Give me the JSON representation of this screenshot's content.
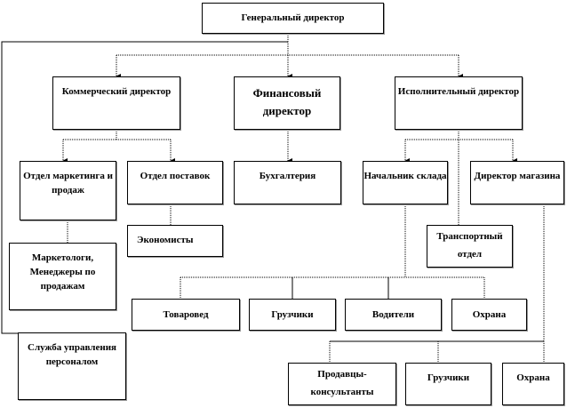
{
  "general": "Генеральный директор",
  "commercial": "Коммерческий директор",
  "financial": "Финансовый директор",
  "executive": "Исполнительный директор",
  "marketing_dept": "Отдел маркетинга и продаж",
  "supply_dept": "Отдел поставок",
  "accounting": "Бухгалтерия",
  "warehouse_head": "Начальник склада",
  "store_director": "Директор магазина",
  "marketers": "Маркетологи, Менеджеры по продажам",
  "economists": "Экономисты",
  "transport": "Транспортный отдел",
  "merchandiser": "Товаровед",
  "loaders_warehouse": "Грузчики",
  "drivers": "Водители",
  "security_warehouse": "Охрана",
  "hr": "Служба управления персоналом",
  "sales_consultants": "Продавцы-консультанты",
  "loaders_store": "Грузчики",
  "security_store": "Охрана"
}
